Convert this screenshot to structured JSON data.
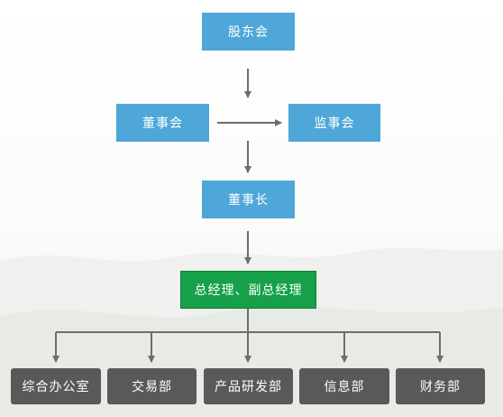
{
  "org_chart": {
    "shareholders_meeting": "股东会",
    "board_of_directors": "董事会",
    "board_of_supervisors": "监事会",
    "chairman": "董事长",
    "general_manager": "总经理、副总经理",
    "departments": [
      "综合办公室",
      "交易部",
      "产品研发部",
      "信息部",
      "财务部"
    ]
  },
  "colors": {
    "blue_box": "#4ea7d8",
    "green_box": "#16a04a",
    "gray_box": "#595959",
    "arrow": "#6d6d6d"
  }
}
